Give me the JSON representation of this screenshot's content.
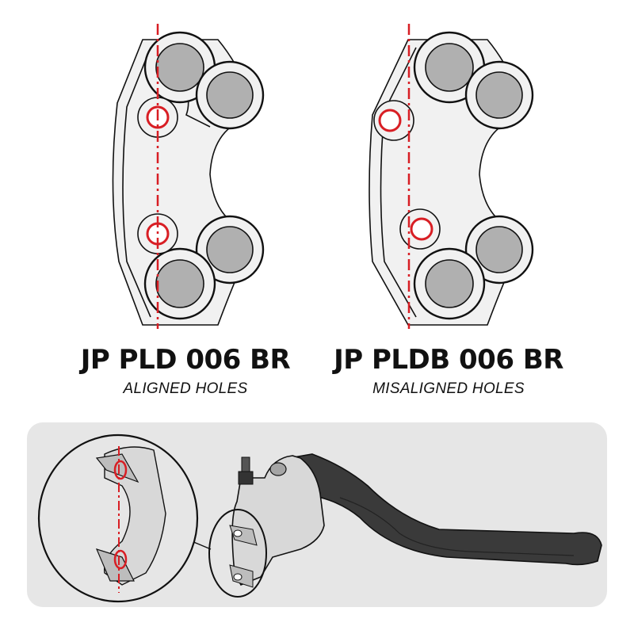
{
  "colors": {
    "accent_red": "#d81e24",
    "outline": "#111111",
    "part_fill": "#f1f1f1",
    "hole_fill": "#b0b0b0",
    "panel_bg": "#e6e6e6",
    "lever_dark": "#3a3a3a"
  },
  "left_diagram": {
    "title": "JP PLD 006 BR",
    "subtitle": "ALIGNED HOLES"
  },
  "right_diagram": {
    "title": "JP PLDB 006 BR",
    "subtitle": "MISALIGNED HOLES"
  },
  "bottom_panel": {
    "illustration": "brake-lever-assembly-with-zoomed-clamp-holes"
  }
}
